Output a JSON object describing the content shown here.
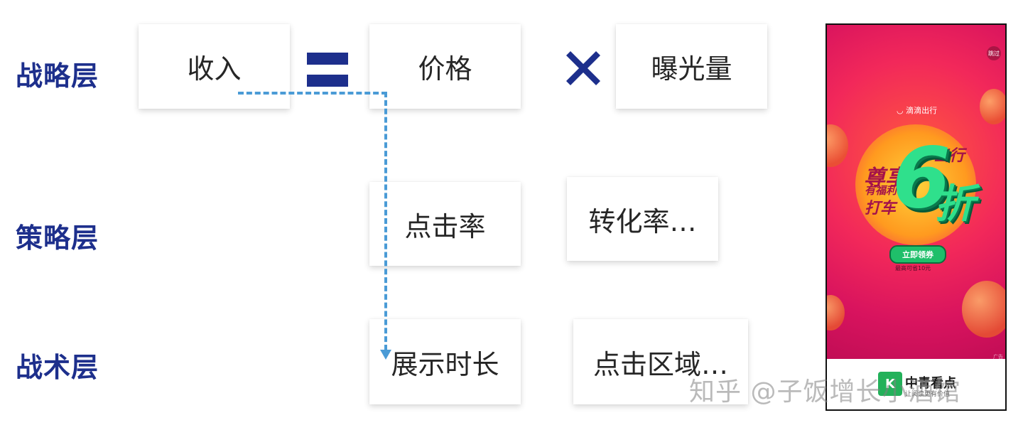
{
  "layers": {
    "strategy": "战略层",
    "tactics_plan": "策略层",
    "tactics": "战术层"
  },
  "boxes": {
    "revenue": "收入",
    "price": "价格",
    "exposure": "曝光量",
    "ctr": "点击率",
    "cvr": "转化率…",
    "display_duration": "展示时长",
    "click_area": "点击区域…"
  },
  "operators": {
    "equals_icon": "equals-icon",
    "multiply_icon": "multiply-icon",
    "color": "#1d2f8c"
  },
  "arrow": {
    "color": "#4a9bd6",
    "style": "dashed"
  },
  "ad": {
    "skip": "跳过",
    "brand": "滴滴出行",
    "headline_1": "尊享",
    "headline_2": "出行",
    "benefit": "有福利",
    "discount_prefix": "打车",
    "discount_digit": "6",
    "discount_suffix": "折",
    "cta": "立即领券",
    "cta_sub": "最高可省10元",
    "ad_tag": "广告",
    "app_name": "中青看点",
    "app_slogan": "让阅读更有价值"
  },
  "watermark": "知乎 @子饭增长小酒馆",
  "colors": {
    "label": "#1d2f8c",
    "arrow": "#4a9bd6",
    "box_text": "#262626"
  }
}
